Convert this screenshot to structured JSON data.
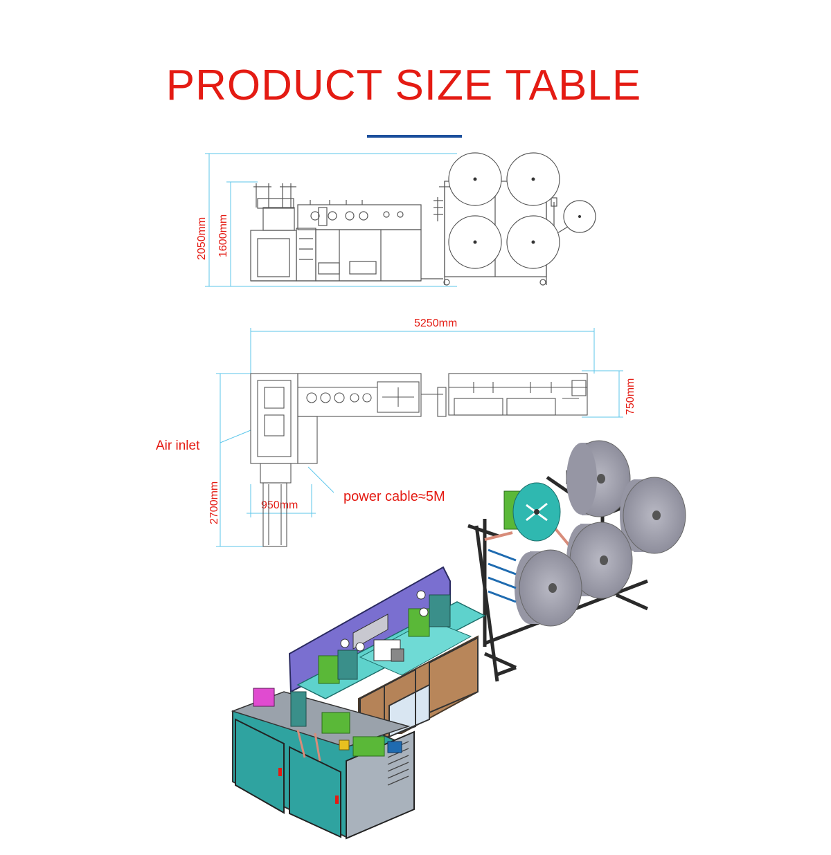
{
  "title": "PRODUCT SIZE TABLE",
  "colors": {
    "title": "#e41b13",
    "underline": "#1b4f9c",
    "dimension_line": "#5bc6ea",
    "drawing_line": "#555555",
    "roll_gray": "#9a9aa8",
    "cabinet_teal": "#2fa3a0",
    "panel_brown": "#b8865a",
    "panel_purple": "#7a6fd0"
  },
  "side_view": {
    "total_height": "2050mm",
    "body_height": "1600mm"
  },
  "top_view": {
    "length": "5250mm",
    "depth": "750mm",
    "feed_height": "2700mm",
    "feed_width": "950mm",
    "air_inlet": "Air inlet",
    "power_cable": "power cable≈5M"
  }
}
